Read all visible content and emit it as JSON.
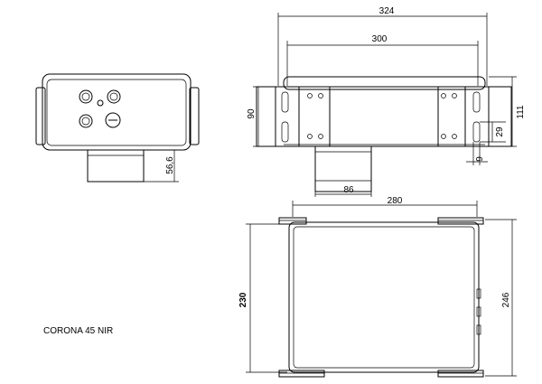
{
  "model_label": "CORONA 45 NIR",
  "dimensions": {
    "width_324": "324",
    "width_300": "300",
    "height_90": "90",
    "height_111": "111",
    "height_29": "29",
    "offset_9": "9",
    "depth_56_6": "56,6",
    "diameter_86": "86",
    "width_280": "280",
    "depth_230": "230",
    "depth_246": "246"
  }
}
